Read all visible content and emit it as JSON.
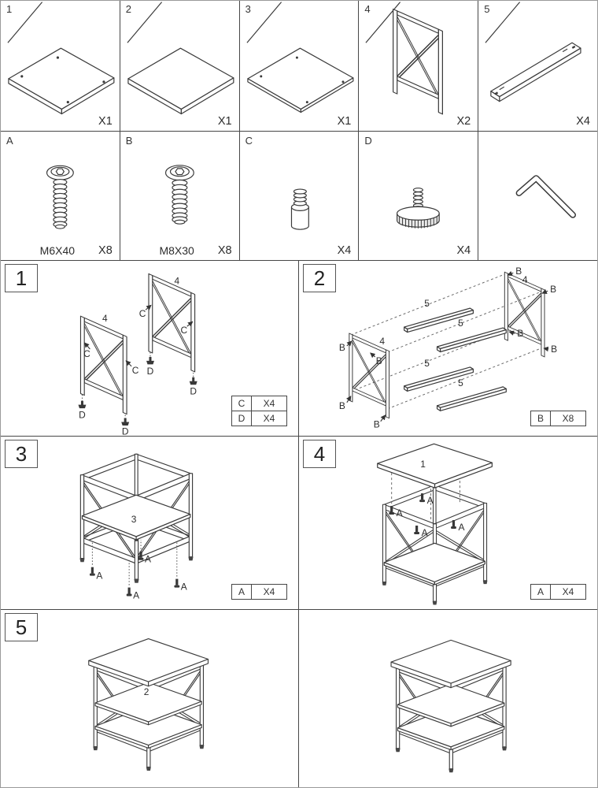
{
  "parts": [
    {
      "num": "1",
      "qty": "X1",
      "icon": "tabletop-board-with-holes"
    },
    {
      "num": "2",
      "qty": "X1",
      "icon": "shelf-board-plain"
    },
    {
      "num": "3",
      "qty": "X1",
      "icon": "shelf-board-with-holes"
    },
    {
      "num": "4",
      "qty": "X2",
      "icon": "x-frame-side-panel"
    },
    {
      "num": "5",
      "qty": "X4",
      "icon": "support-rail"
    }
  ],
  "hardware": [
    {
      "letter": "A",
      "spec": "M6X40",
      "qty": "X8",
      "icon": "hex-socket-bolt"
    },
    {
      "letter": "B",
      "spec": "M8X30",
      "qty": "X8",
      "icon": "hex-socket-bolt"
    },
    {
      "letter": "C",
      "qty": "X4",
      "icon": "threaded-insert"
    },
    {
      "letter": "D",
      "qty": "X4",
      "icon": "leveling-foot"
    },
    {
      "icon": "allen-key"
    }
  ],
  "steps": {
    "step1": {
      "num": "1",
      "frame_label": "4",
      "callout_c": "C",
      "callout_d": "D",
      "legend": [
        {
          "item": "C",
          "qty": "X4"
        },
        {
          "item": "D",
          "qty": "X4"
        }
      ]
    },
    "step2": {
      "num": "2",
      "frame_label": "4",
      "rail_label": "5",
      "callout_b": "B",
      "legend": [
        {
          "item": "B",
          "qty": "X8"
        }
      ]
    },
    "step3": {
      "num": "3",
      "shelf_label": "3",
      "callout_a": "A",
      "legend": [
        {
          "item": "A",
          "qty": "X4"
        }
      ]
    },
    "step4": {
      "num": "4",
      "top_label": "1",
      "callout_a": "A",
      "legend": [
        {
          "item": "A",
          "qty": "X4"
        }
      ]
    },
    "step5": {
      "num": "5",
      "shelf_label": "2"
    }
  }
}
